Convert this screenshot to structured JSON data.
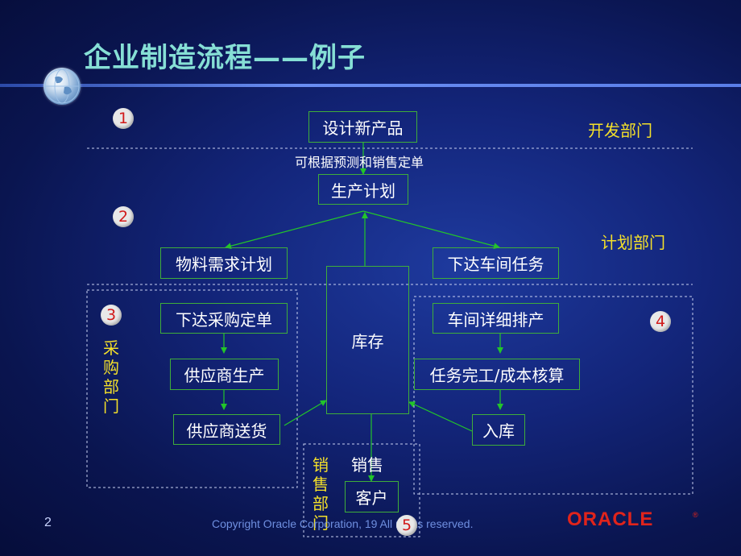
{
  "title": "企业制造流程——例子",
  "nodes": {
    "design": "设计新产品",
    "production_plan": "生产计划",
    "mrp": "物料需求计划",
    "workshop_task": "下达车间任务",
    "purchase_order": "下达采购定单",
    "inventory": "库存",
    "workshop_schedule": "车间详细排产",
    "supplier_produce": "供应商生产",
    "task_complete": "任务完工/成本核算",
    "supplier_deliver": "供应商送货",
    "warehouse_in": "入库",
    "customer": "客户"
  },
  "labels": {
    "forecast_note": "可根据预测和销售定单",
    "sales": "销售"
  },
  "departments": {
    "dev": "开发部门",
    "plan": "计划部门",
    "purchase": "采购部门",
    "sales": "销售部门"
  },
  "numbers": [
    "1",
    "2",
    "3",
    "4",
    "5"
  ],
  "footer": {
    "page": "2",
    "copyright": "Copyright   Oracle Corporation,  19     All  rights reserved.",
    "logo": "ORACLE",
    "reg": "®"
  },
  "colors": {
    "title": "#86dfd5",
    "department": "#f4e02a",
    "node_border": "#3fae3a",
    "arrow": "#22c52a",
    "number_text": "#d11a1a",
    "logo": "#e0241b"
  }
}
